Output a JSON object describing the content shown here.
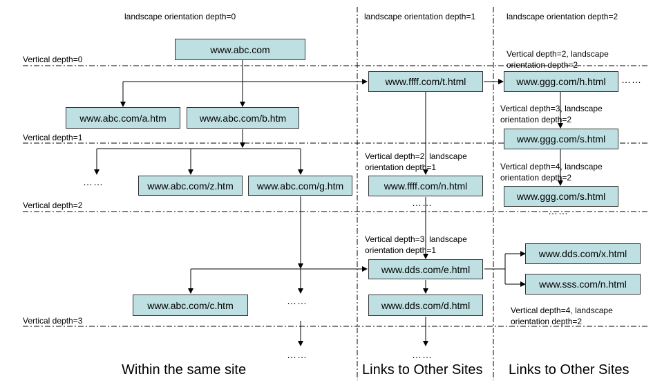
{
  "headers": {
    "col0": "landscape orientation depth=0",
    "col1": "landscape orientation depth=1",
    "col2": "landscape orientation depth=2"
  },
  "vertical_labels": {
    "d0": "Vertical depth=0",
    "d1": "Vertical depth=1",
    "d2": "Vertical depth=2",
    "d3": "Vertical depth=3"
  },
  "annotations": {
    "a1_l1": "Vertical depth=2, landscape",
    "a1_l2": "orientation depth=2",
    "a2_l1": "Vertical depth=3, landscape",
    "a2_l2": "orientation depth=2",
    "a3_l1": "Vertical depth=4, landscape",
    "a3_l2": "orientation depth=2",
    "a4_l1": "Vertical depth=2, landscape",
    "a4_l2": "orientation depth=1",
    "a5_l1": "Vertical depth=3, landscape",
    "a5_l2": "orientation depth=1",
    "a6_l1": "Vertical depth=4, landscape",
    "a6_l2": "orientation depth=2"
  },
  "nodes": {
    "abc": "www.abc.com",
    "abc_a": "www.abc.com/a.htm",
    "abc_b": "www.abc.com/b.htm",
    "abc_z": "www.abc.com/z.htm",
    "abc_g": "www.abc.com/g.htm",
    "abc_c": "www.abc.com/c.htm",
    "ffff_t": "www.ffff.com/t.html",
    "ffff_n": "www.ffff.com/n.html",
    "dds_e": "www.dds.com/e.html",
    "dds_d": "www.dds.com/d.html",
    "ggg_h": "www.ggg.com/h.html",
    "ggg_s1": "www.ggg.com/s.html",
    "ggg_s2": "www.ggg.com/s.html",
    "dds_x": "www.dds.com/x.html",
    "sss_n": "www.sss.com/n.html"
  },
  "ellipsis": "……",
  "footers": {
    "f0": "Within the same site",
    "f1": "Links to Other Sites",
    "f2": "Links to Other Sites"
  }
}
